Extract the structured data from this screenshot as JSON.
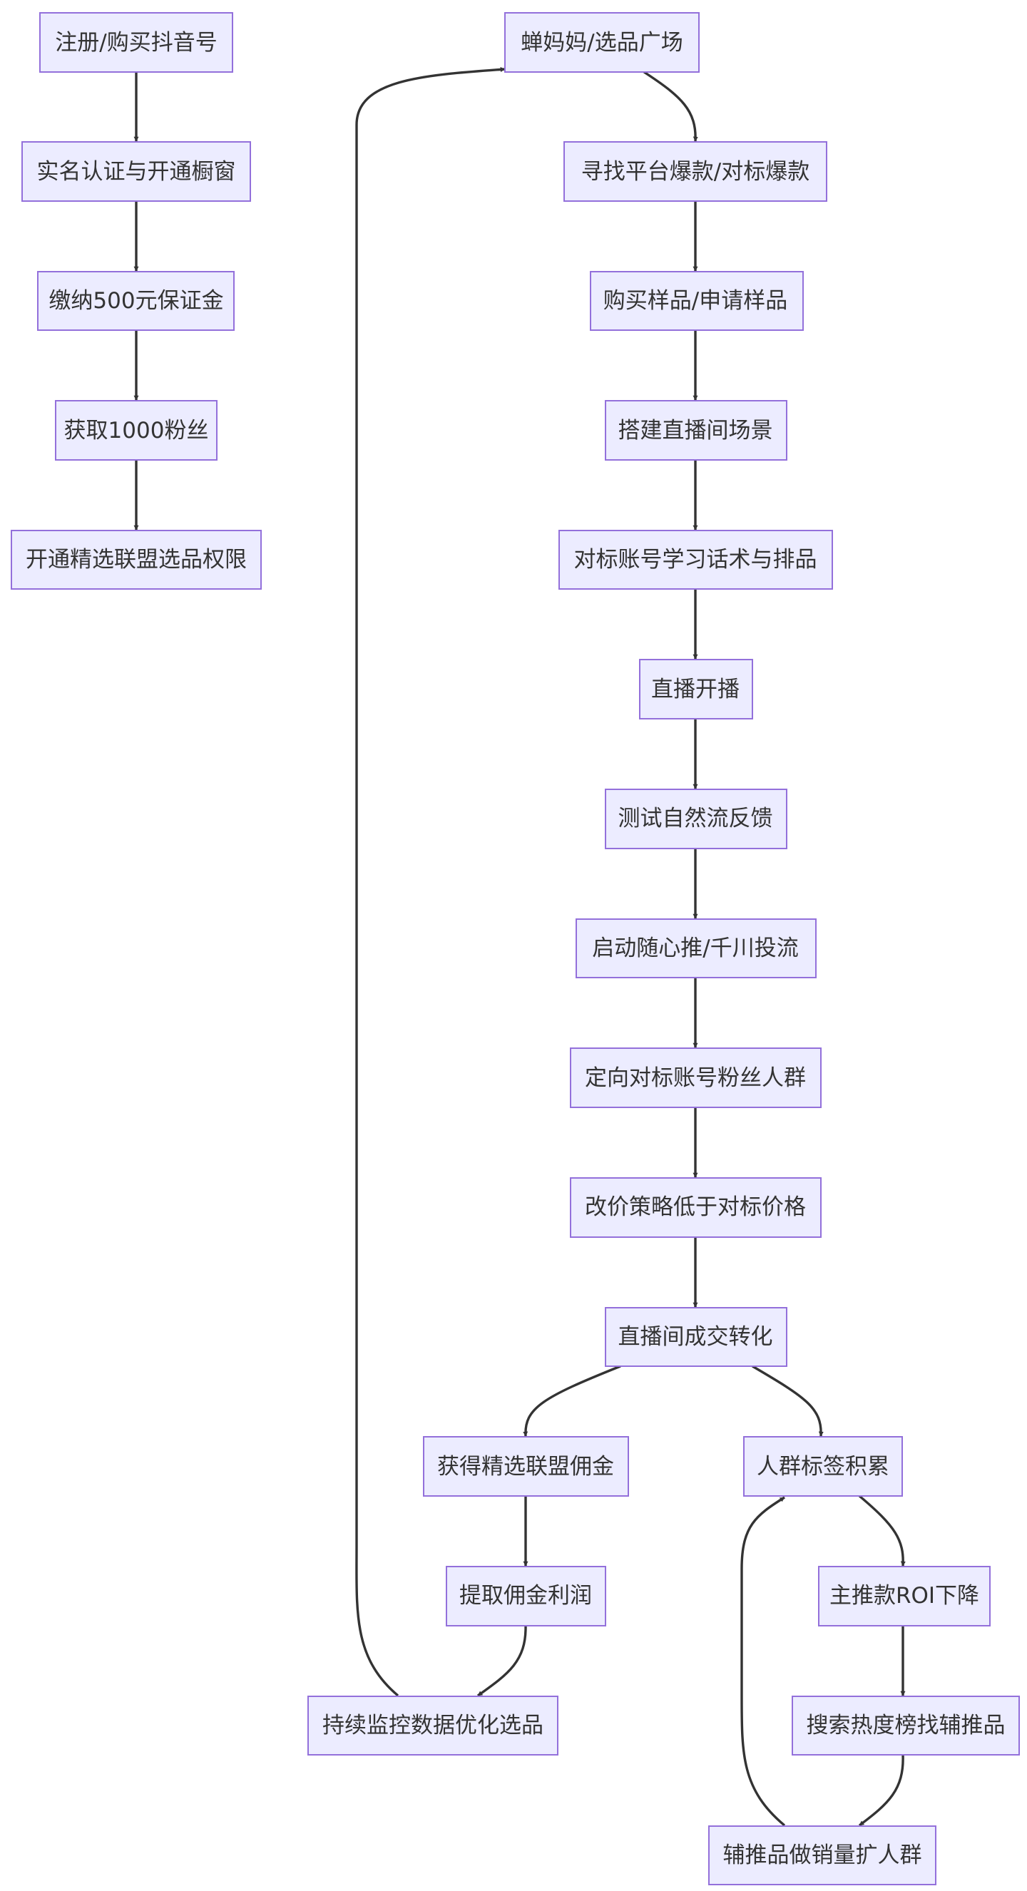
{
  "colors": {
    "node_fill": "#ECECFF",
    "node_border": "#9370DB",
    "edge": "#333333",
    "text": "#333333",
    "background": "#ffffff"
  },
  "nodes": {
    "n1": "注册/购买抖音号",
    "n2": "实名认证与开通橱窗",
    "n3": "缴纳500元保证金",
    "n4": "获取1000粉丝",
    "n5": "开通精选联盟选品权限",
    "n6": "蝉妈妈/选品广场",
    "n7": "寻找平台爆款/对标爆款",
    "n8": "购买样品/申请样品",
    "n9": "搭建直播间场景",
    "n10": "对标账号学习话术与排品",
    "n11": "直播开播",
    "n12": "测试自然流反馈",
    "n13": "启动随心推/千川投流",
    "n14": "定向对标账号粉丝人群",
    "n15": "改价策略低于对标价格",
    "n16": "直播间成交转化",
    "n17": "获得精选联盟佣金",
    "n18": "提取佣金利润",
    "n19": "持续监控数据优化选品",
    "n20": "人群标签积累",
    "n21": "主推款ROI下降",
    "n22": "搜索热度榜找辅推品",
    "n23": "辅推品做销量扩人群"
  },
  "edges": [
    [
      "n1",
      "n2"
    ],
    [
      "n2",
      "n3"
    ],
    [
      "n3",
      "n4"
    ],
    [
      "n4",
      "n5"
    ],
    [
      "n6",
      "n7"
    ],
    [
      "n7",
      "n8"
    ],
    [
      "n8",
      "n9"
    ],
    [
      "n9",
      "n10"
    ],
    [
      "n10",
      "n11"
    ],
    [
      "n11",
      "n12"
    ],
    [
      "n12",
      "n13"
    ],
    [
      "n13",
      "n14"
    ],
    [
      "n14",
      "n15"
    ],
    [
      "n15",
      "n16"
    ],
    [
      "n16",
      "n17"
    ],
    [
      "n16",
      "n20"
    ],
    [
      "n17",
      "n18"
    ],
    [
      "n18",
      "n19"
    ],
    [
      "n19",
      "n6"
    ],
    [
      "n20",
      "n21"
    ],
    [
      "n21",
      "n22"
    ],
    [
      "n22",
      "n23"
    ],
    [
      "n23",
      "n20"
    ]
  ]
}
